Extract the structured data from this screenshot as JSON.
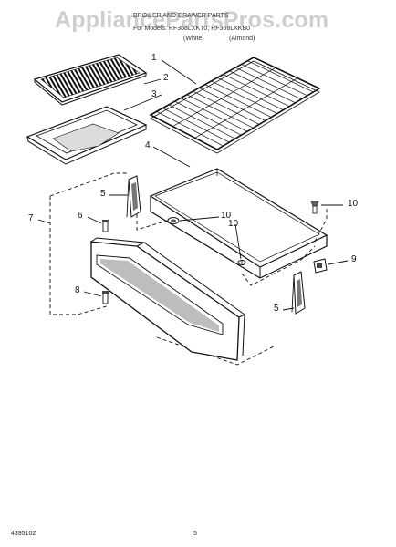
{
  "watermark": "AppliancePartsPros.com",
  "header": {
    "line1": "BROILER AND DRAWER PARTS",
    "line2": "For Models: RF368LXKT0, RF368LXKB0",
    "variant_white": "(White)",
    "variant_almond": "(Almond)"
  },
  "callouts": [
    "1",
    "2",
    "3",
    "4",
    "5",
    "6",
    "7",
    "8",
    "5",
    "10",
    "10",
    "9",
    "10"
  ],
  "footer": {
    "doc_number": "4395102",
    "page_number": "5"
  }
}
